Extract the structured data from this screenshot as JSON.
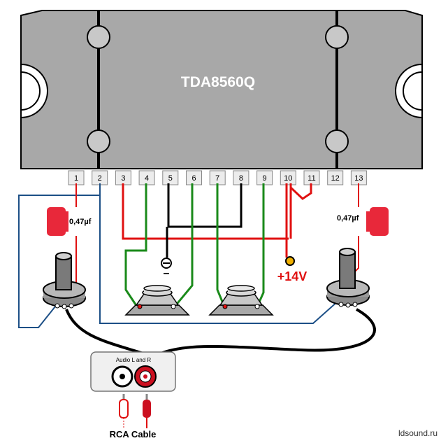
{
  "chip": {
    "name": "TDA8560Q",
    "pins": [
      "1",
      "2",
      "3",
      "4",
      "5",
      "6",
      "7",
      "8",
      "9",
      "10",
      "11",
      "12",
      "13"
    ]
  },
  "capacitors": {
    "left_label": "0,47µf",
    "right_label": "0,47µf"
  },
  "power": {
    "supply_label": "+14V",
    "ground_label": "–"
  },
  "connector": {
    "label": "Audio L and R",
    "cable_label": "RCA Cable"
  },
  "watermark": "ldsound.ru",
  "colors": {
    "chip_body": "#a8a8a8",
    "wire_red": "#e01010",
    "wire_green": "#1a8a1a",
    "wire_black": "#000000",
    "wire_blue": "#1c4f86",
    "capacitor": "#e8283a"
  }
}
